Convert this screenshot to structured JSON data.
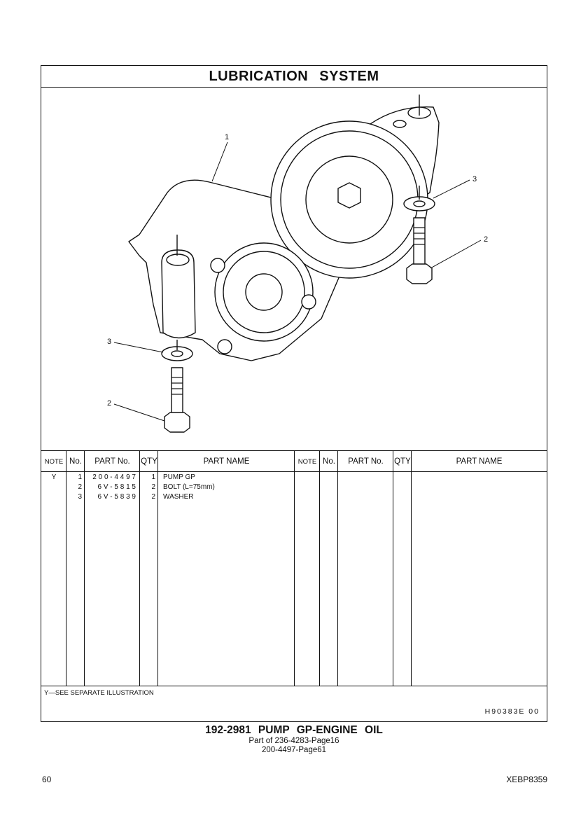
{
  "page": {
    "title": "LUBRICATION  SYSTEM",
    "caption_title": "192-2981  PUMP GP-ENGINE OIL",
    "caption_line1": "Part of 236-4283-Page16",
    "caption_line2": "200-4497-Page61",
    "page_number": "60",
    "document_id": "XEBP8359"
  },
  "illustration": {
    "callouts": [
      "1",
      "2",
      "3",
      "3",
      "2"
    ]
  },
  "table": {
    "headers": {
      "note": "NOTE",
      "no": "No.",
      "part_no": "PART No.",
      "qty": "QTY",
      "part_name": "PART NAME",
      "note_r": "NOTE",
      "no_r": "No.",
      "part_no_r": "PART No.",
      "qty_r": "QTY",
      "part_name_r": "PART NAME"
    },
    "rows": [
      {
        "note": "Y",
        "no": "1",
        "part_no": "2 0 0 - 4 4 9 7",
        "qty": "1",
        "name": "PUMP  GP"
      },
      {
        "note": "",
        "no": "2",
        "part_no": "6 V - 5 8 1 5",
        "qty": "2",
        "name": "BOLT (L=75mm)"
      },
      {
        "note": "",
        "no": "3",
        "part_no": "6 V - 5 8 3 9",
        "qty": "2",
        "name": "WASHER"
      }
    ],
    "footnote": "Y—SEE  SEPARATE  ILLUSTRATION",
    "illustration_code": "H90383E    00"
  }
}
